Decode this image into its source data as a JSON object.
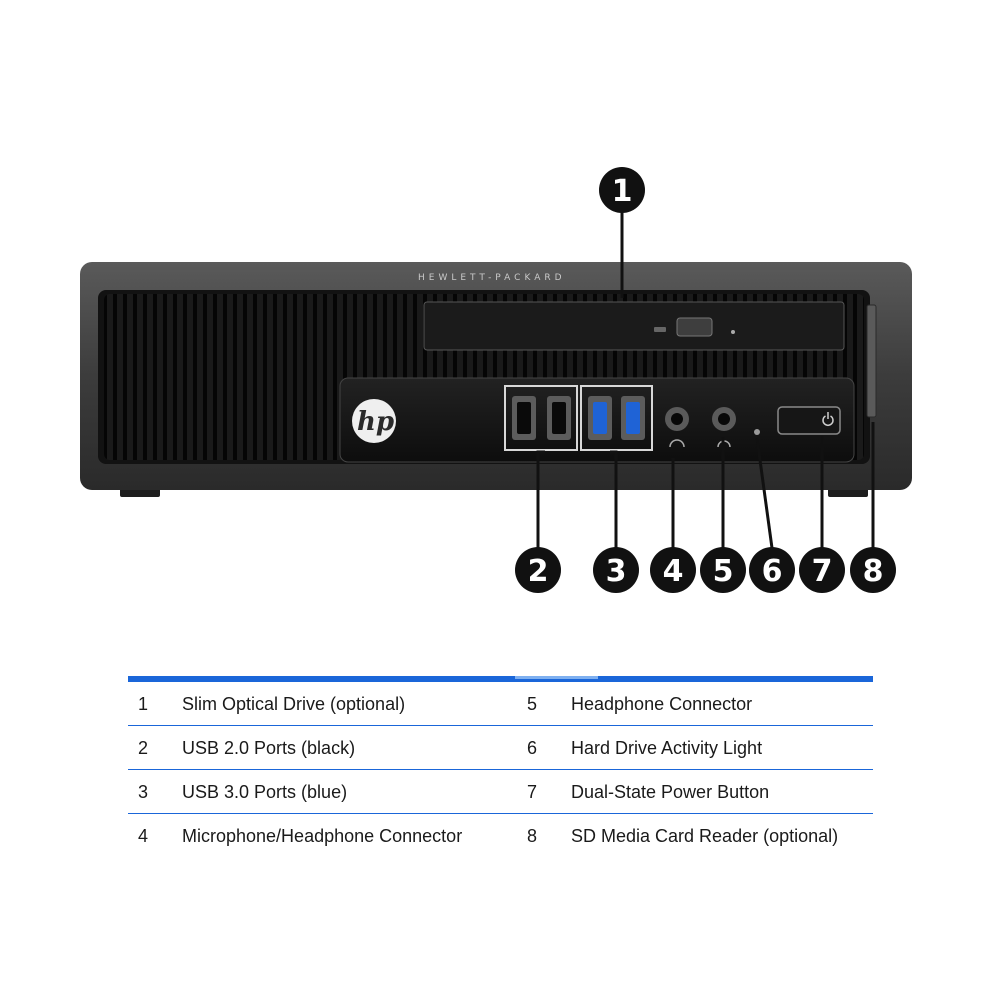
{
  "brand": "HEWLETT-PACKARD",
  "logo": "hp",
  "callouts": [
    "1",
    "2",
    "3",
    "4",
    "5",
    "6",
    "7",
    "8"
  ],
  "legend": {
    "rows": [
      {
        "left": {
          "num": "1",
          "label": "Slim Optical Drive (optional)"
        },
        "right": {
          "num": "5",
          "label": "Headphone Connector"
        }
      },
      {
        "left": {
          "num": "2",
          "label": "USB 2.0 Ports (black)"
        },
        "right": {
          "num": "6",
          "label": "Hard Drive Activity Light"
        }
      },
      {
        "left": {
          "num": "3",
          "label": "USB 3.0 Ports (blue)"
        },
        "right": {
          "num": "7",
          "label": "Dual-State Power Button"
        }
      },
      {
        "left": {
          "num": "4",
          "label": "Microphone/Headphone Connector"
        },
        "right": {
          "num": "8",
          "label": "SD Media Card Reader (optional)"
        }
      }
    ]
  },
  "colors": {
    "chassis": "#3a3a3a",
    "rule": "#1a66d9",
    "usb3": "#1f63d6",
    "callout": "#111111"
  }
}
